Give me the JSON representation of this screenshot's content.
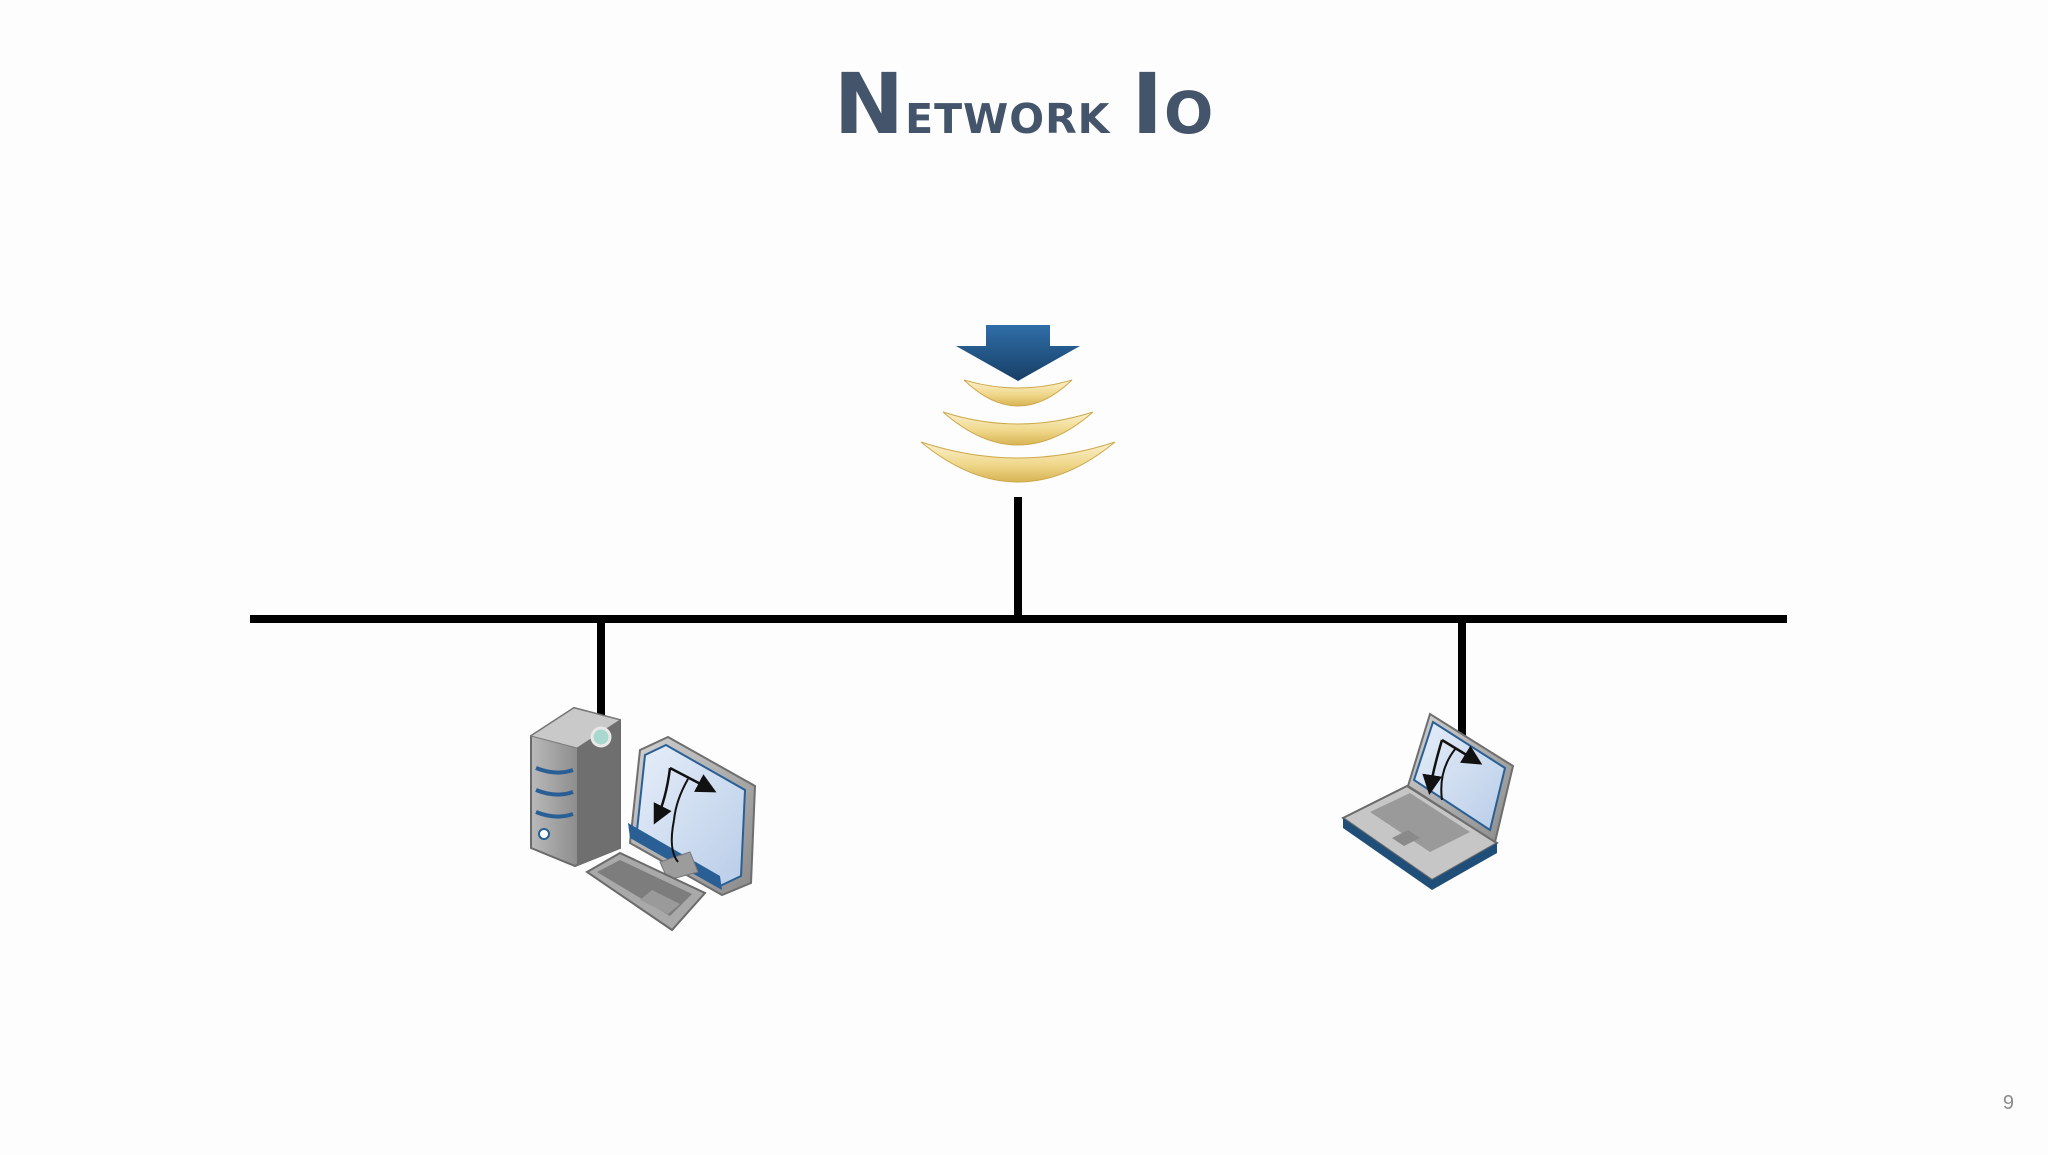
{
  "slide": {
    "title": "Network IO",
    "page_number": "9"
  },
  "diagram": {
    "nodes": [
      {
        "name": "wireless-access-point",
        "icon": "wifi-broadcast-icon"
      },
      {
        "name": "desktop-computer",
        "icon": "desktop-computer-icon"
      },
      {
        "name": "laptop-computer",
        "icon": "laptop-icon"
      }
    ],
    "links": [
      {
        "from": "wireless-access-point",
        "to": "network-bus"
      },
      {
        "from": "desktop-computer",
        "to": "network-bus"
      },
      {
        "from": "laptop-computer",
        "to": "network-bus"
      }
    ]
  },
  "colors": {
    "title": "#44546a",
    "arrow": "#1f4e79",
    "signal": "#e2c46a",
    "bus": "#000000"
  }
}
